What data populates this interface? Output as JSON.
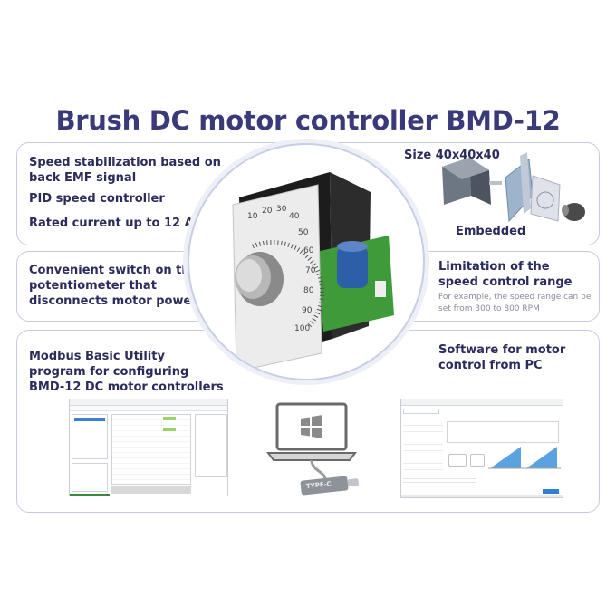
{
  "title": "Brush DC motor controller BMD-12",
  "features": {
    "speed_stabilization": "Speed stabilization based on back EMF signal",
    "pid": "PID speed controller",
    "rated_current": "Rated current up to 12 A",
    "switch": "Convenient switch on the potentiometer that disconnects motor power",
    "modbus": "Modbus Basic Utility program for configuring BMD-12 DC motor controllers",
    "size": "Size 40x40x40",
    "embedded": "Embedded",
    "limitation": "Limitation of the speed control range",
    "limitation_example": "For example, the speed range can be set from 300 to 800 RPM",
    "software": "Software for motor control from PC"
  },
  "dial": {
    "scale": [
      "10",
      "20",
      "30",
      "40",
      "50",
      "60",
      "70",
      "80",
      "90",
      "100"
    ]
  },
  "laptop": {
    "cable_label": "TYPE-C"
  },
  "colors": {
    "title": "#3a3a7a",
    "text": "#2b2b5c",
    "panel_border": "#c6cbe3",
    "pcb_green": "#3f9a3a",
    "capacitor_blue": "#2c5fa8",
    "software_accent": "#2f7fd4"
  },
  "icons": [
    "windows-logo-icon",
    "usb-c-cable-icon",
    "laptop-icon"
  ]
}
